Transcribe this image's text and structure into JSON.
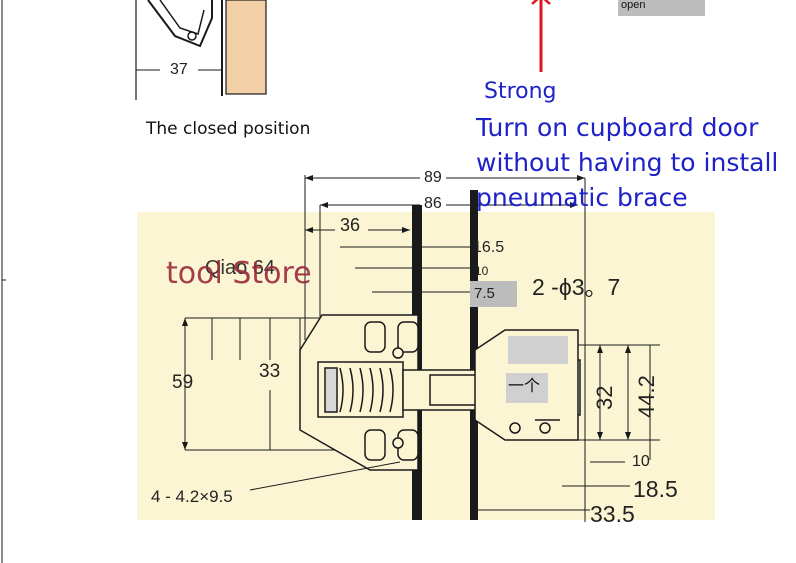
{
  "colors": {
    "panel_bg": "#fbf5d3",
    "wood": "#f2cfa6",
    "line": "#1a1a1a",
    "arrow": "#e0141e",
    "caption_blue": "#1e22c8",
    "watermark": "#9b2a3c",
    "gray_box": "#bcbcbc"
  },
  "top_sketch": {
    "dim_37": "37",
    "caption": "The closed position",
    "open_tag": "open"
  },
  "callout": {
    "strong": "Strong",
    "line1": "Turn on cupboard door",
    "line2": "without having to install",
    "line3": "pneumatic brace"
  },
  "dimensions": {
    "d89": "89",
    "d86": "86",
    "d36": "36",
    "d16_5": "16.5",
    "d10_top": "10",
    "d7_5": "7.5",
    "hole_spec": "2 -ϕ3。7",
    "d59": "59",
    "d33": "33",
    "d32": "32",
    "d44_2": "44.2",
    "d10_bottom": "10",
    "d18_5": "18.5",
    "d33_5": "33.5",
    "screw_spec": "4 - 4.2×9.5"
  },
  "watermark": {
    "store": "tool Store",
    "overlay": "Qiao 64"
  },
  "tag_glyph": "一个",
  "icons": {
    "up_arrow": "red-arrow-up-icon"
  }
}
